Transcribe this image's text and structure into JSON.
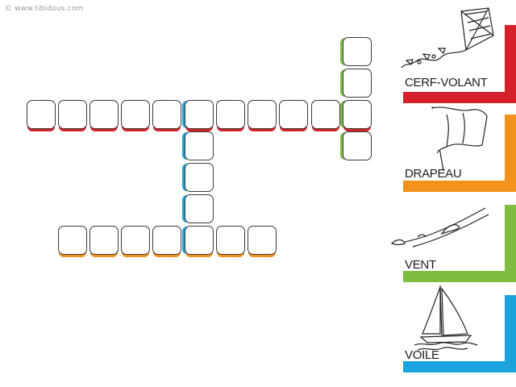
{
  "watermark": "© www.tibidous.com",
  "colors": {
    "red": "#d6202a",
    "orange": "#f0921c",
    "green": "#7ebd3f",
    "blue": "#1aa3dd"
  },
  "clues": [
    {
      "word": "CERF-VOLANT",
      "color": "red",
      "picture": "kite-icon"
    },
    {
      "word": "DRAPEAU",
      "color": "orange",
      "picture": "flag-icon"
    },
    {
      "word": "VENT",
      "color": "green",
      "picture": "wind-icon"
    },
    {
      "word": "VOILE",
      "color": "blue",
      "picture": "sailboat-icon"
    }
  ],
  "grid": {
    "words": [
      {
        "clue": "CERF-VOLANT",
        "direction": "across",
        "length": 11,
        "color": "red"
      },
      {
        "clue": "DRAPEAU",
        "direction": "across",
        "length": 7,
        "color": "orange"
      },
      {
        "clue": "VENT",
        "direction": "down",
        "length": 4,
        "color": "green"
      },
      {
        "clue": "VOILE",
        "direction": "down",
        "length": 5,
        "color": "blue"
      }
    ],
    "letters": []
  }
}
